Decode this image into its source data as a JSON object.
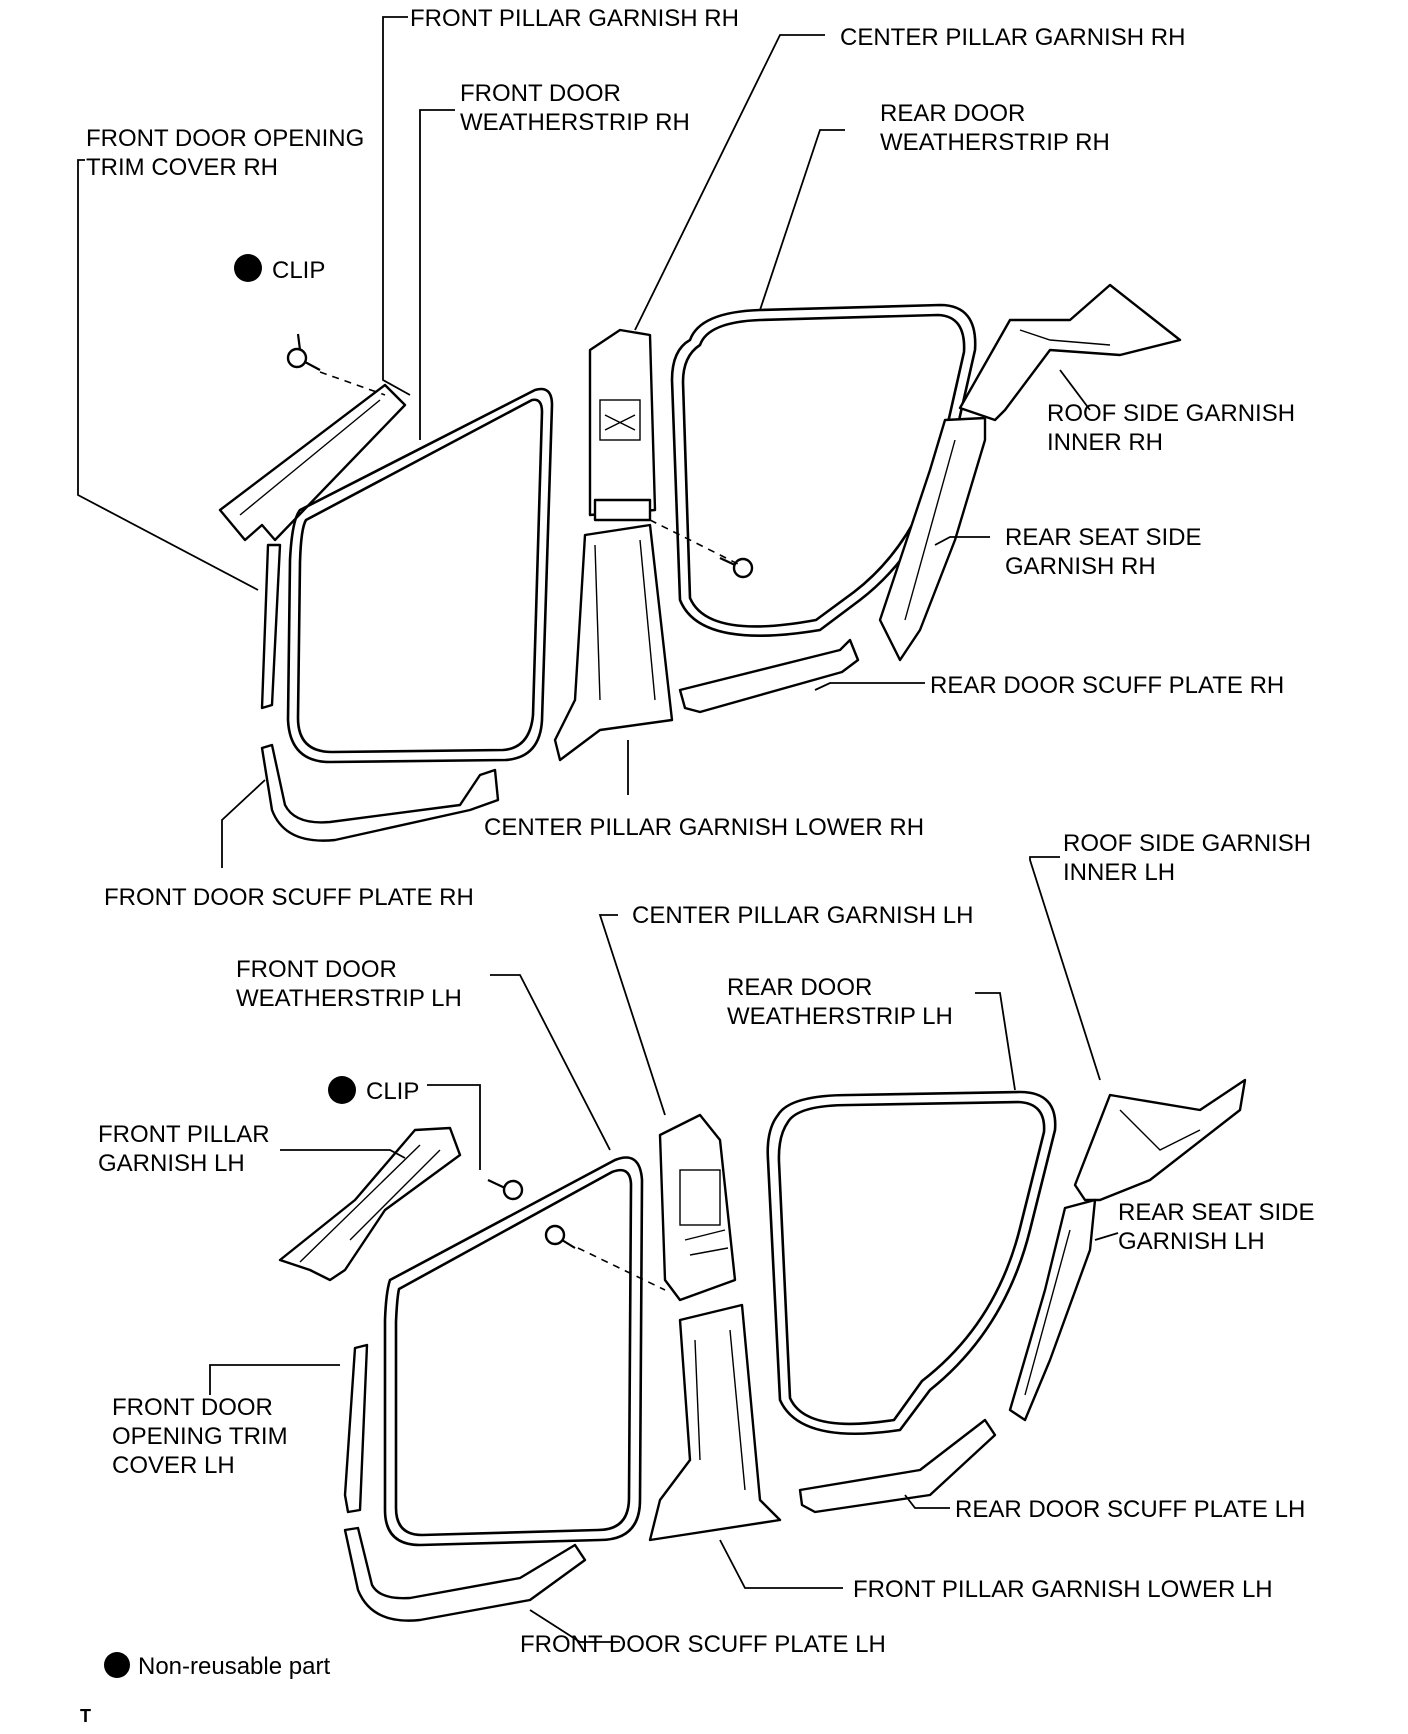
{
  "labels": {
    "front_pillar_garnish_rh": "FRONT PILLAR GARNISH RH",
    "center_pillar_garnish_rh": "CENTER PILLAR GARNISH RH",
    "front_door_weatherstrip_rh": [
      "FRONT DOOR",
      "WEATHERSTRIP RH"
    ],
    "rear_door_weatherstrip_rh": [
      "REAR DOOR",
      "WEATHERSTRIP RH"
    ],
    "front_door_opening_trim_cover_rh": [
      "FRONT DOOR OPENING",
      "TRIM COVER RH"
    ],
    "clip_rh": "CLIP",
    "roof_side_garnish_inner_rh": [
      "ROOF SIDE GARNISH",
      "INNER RH"
    ],
    "rear_seat_side_garnish_rh": [
      "REAR SEAT SIDE",
      "GARNISH RH"
    ],
    "rear_door_scuff_plate_rh": "REAR DOOR SCUFF PLATE RH",
    "center_pillar_garnish_lower_rh": "CENTER PILLAR GARNISH LOWER RH",
    "front_door_scuff_plate_rh": "FRONT DOOR SCUFF PLATE RH",
    "roof_side_garnish_inner_lh": [
      "ROOF SIDE GARNISH",
      "INNER LH"
    ],
    "center_pillar_garnish_lh": "CENTER PILLAR GARNISH LH",
    "front_door_weatherstrip_lh": [
      "FRONT DOOR",
      "WEATHERSTRIP LH"
    ],
    "rear_door_weatherstrip_lh": [
      "REAR DOOR",
      "WEATHERSTRIP LH"
    ],
    "clip_lh": "CLIP",
    "front_pillar_garnish_lh": [
      "FRONT PILLAR",
      "GARNISH LH"
    ],
    "rear_seat_side_garnish_lh": [
      "REAR SEAT SIDE",
      "GARNISH LH"
    ],
    "front_door_opening_trim_cover_lh": [
      "FRONT DOOR",
      "OPENING TRIM",
      "COVER LH"
    ],
    "rear_door_scuff_plate_lh": "REAR DOOR SCUFF PLATE LH",
    "front_pillar_garnish_lower_lh": "FRONT PILLAR GARNISH LOWER LH",
    "front_door_scuff_plate_lh": "FRONT DOOR SCUFF PLATE LH"
  },
  "legend": {
    "symbol": "filled-circle",
    "text": "Non-reusable part"
  },
  "footer_mark": "T",
  "colors": {
    "line": "#000000",
    "background": "#ffffff"
  }
}
